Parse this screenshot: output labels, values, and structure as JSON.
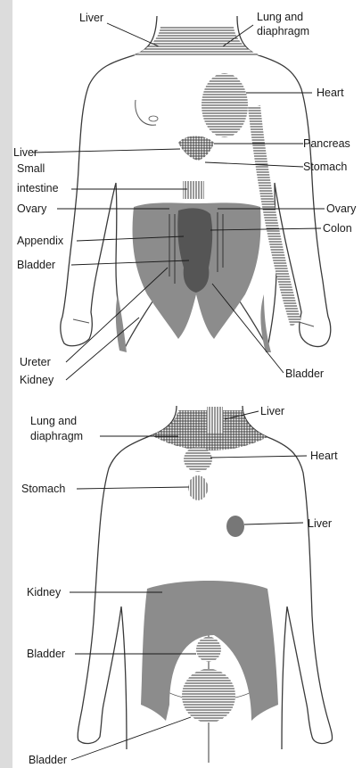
{
  "colors": {
    "outline": "#3a3a3a",
    "shade": "#8c8c8c",
    "shade_dark": "#555555",
    "hatch": "#333333",
    "edge_gray": "#c8c8c8"
  },
  "front": {
    "labels": {
      "liver_top": "Liver",
      "lung_diaphragm": [
        "Lung and",
        "diaphragm"
      ],
      "heart": "Heart",
      "liver_left": "Liver",
      "pancreas": "Pancreas",
      "small_intestine": [
        "Small",
        "intestine"
      ],
      "stomach": "Stomach",
      "ovary_left": "Ovary",
      "ovary_right": "Ovary",
      "appendix": "Appendix",
      "colon": "Colon",
      "bladder_left": "Bladder",
      "ureter": "Ureter",
      "kidney": "Kidney",
      "bladder_right": "Bladder"
    }
  },
  "back": {
    "labels": {
      "lung_diaphragm": [
        "Lung and",
        "diaphragm"
      ],
      "liver_top": "Liver",
      "heart": "Heart",
      "stomach": "Stomach",
      "liver_right": "Liver",
      "kidney": "Kidney",
      "bladder_mid": "Bladder",
      "bladder_bottom": "Bladder"
    }
  }
}
